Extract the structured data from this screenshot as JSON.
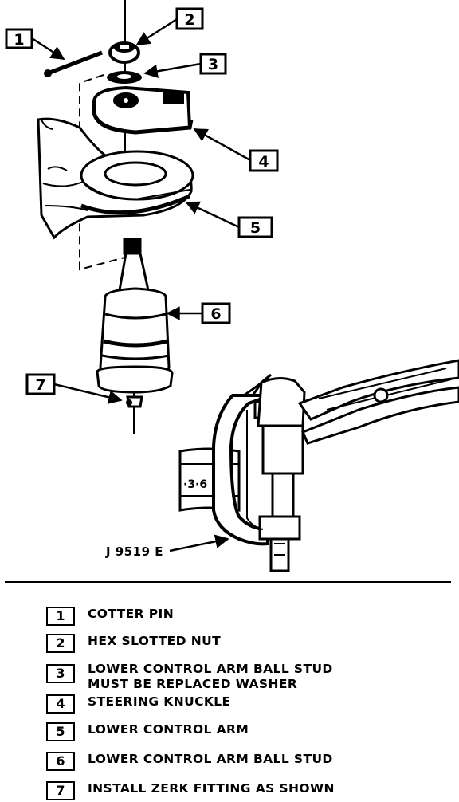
{
  "callouts": [
    "1",
    "2",
    "3",
    "4",
    "5",
    "6",
    "7"
  ],
  "tool_label": "J 9519 E",
  "legend": [
    {
      "number": "1",
      "text": "COTTER PIN"
    },
    {
      "number": "2",
      "text": "HEX SLOTTED NUT"
    },
    {
      "number": "3",
      "text": "LOWER CONTROL ARM BALL STUD\nMUST BE REPLACED WASHER"
    },
    {
      "number": "4",
      "text": "STEERING KNUCKLE"
    },
    {
      "number": "5",
      "text": "LOWER CONTROL ARM"
    },
    {
      "number": "6",
      "text": "LOWER CONTROL ARM BALL STUD"
    },
    {
      "number": "7",
      "text": "INSTALL ZERK FITTING AS SHOWN"
    }
  ]
}
